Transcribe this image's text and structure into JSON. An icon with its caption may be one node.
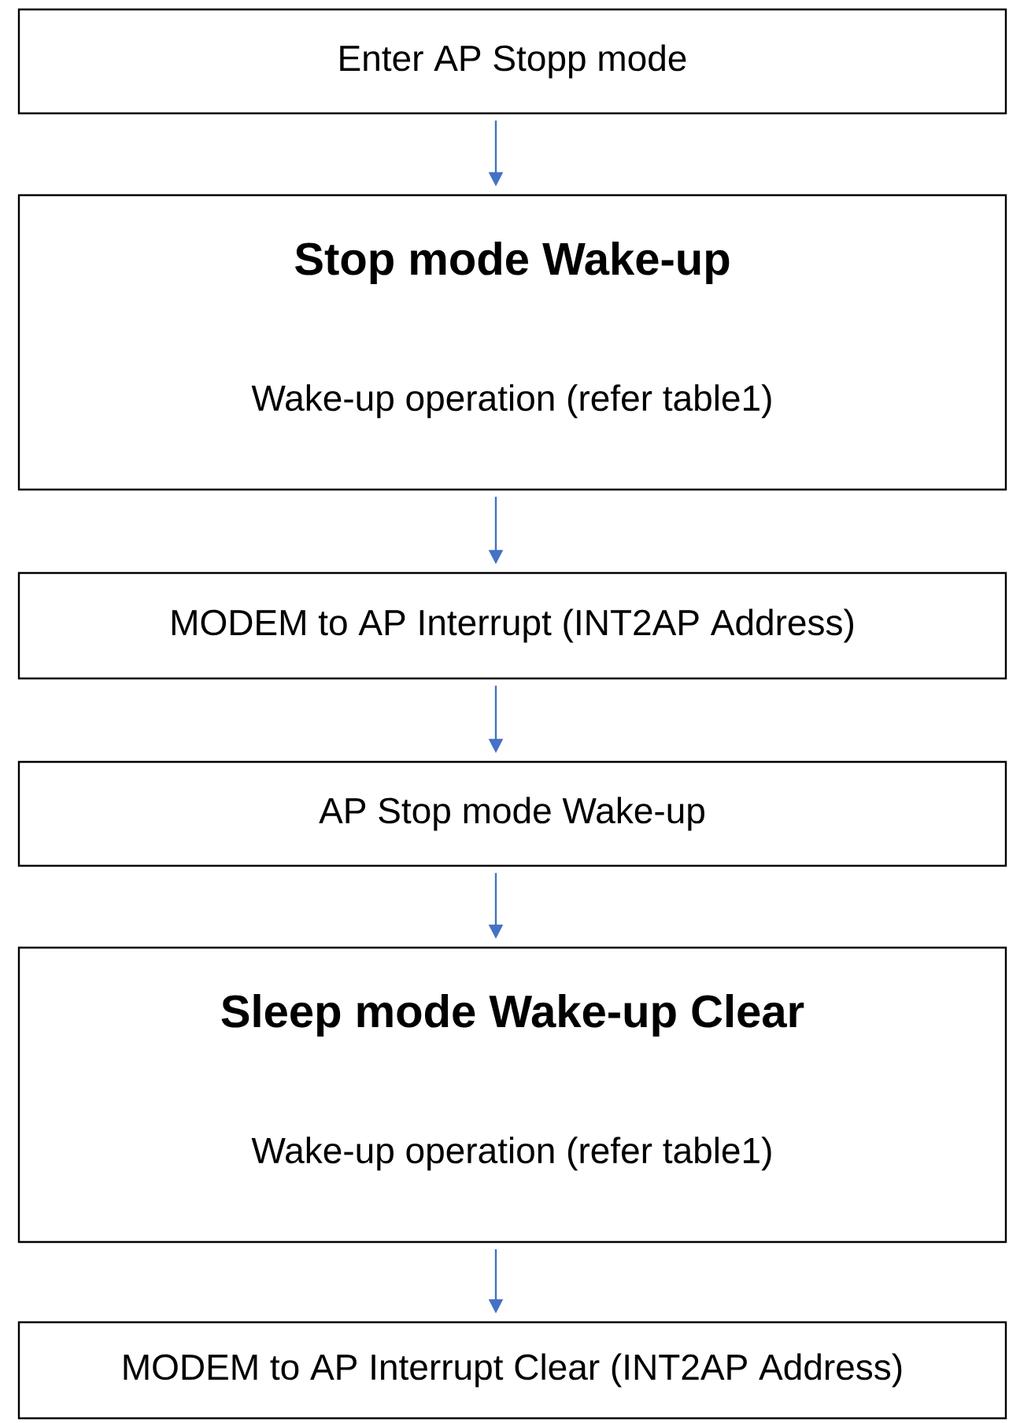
{
  "diagram": {
    "nodes": [
      {
        "text": [
          "Enter AP Stopp mode"
        ]
      },
      {
        "text": [
          "Stop mode Wake-up",
          "Wake-up operation (refer table1)"
        ]
      },
      {
        "text": [
          "MODEM to AP Interrupt (INT2AP Address)"
        ]
      },
      {
        "text": [
          "AP Stop mode Wake-up"
        ]
      },
      {
        "text": [
          "Sleep mode Wake-up Clear",
          "Wake-up operation (refer table1)"
        ]
      },
      {
        "text": [
          "MODEM to AP Interrupt Clear (INT2AP Address)"
        ]
      }
    ],
    "edges": [
      {
        "from": 0,
        "to": 1,
        "arrow": "to"
      },
      {
        "from": 1,
        "to": 2,
        "arrow": "to"
      },
      {
        "from": 2,
        "to": 3,
        "arrow": "to"
      },
      {
        "from": 3,
        "to": 4,
        "arrow": "to"
      },
      {
        "from": 4,
        "to": 5,
        "arrow": "to"
      }
    ]
  }
}
